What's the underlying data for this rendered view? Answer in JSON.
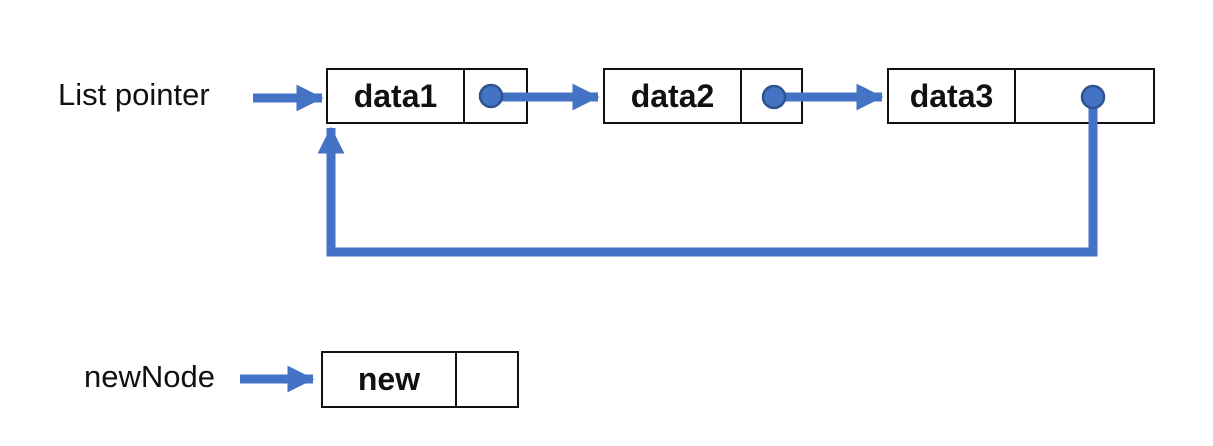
{
  "colors": {
    "accent": "#4472C4",
    "dot_stroke": "#2F528F",
    "node_border": "#111111",
    "text": "#111111",
    "bg": "#FFFFFF"
  },
  "labels": {
    "list_pointer": "List pointer",
    "new_node": "newNode"
  },
  "nodes": [
    {
      "data": "data1"
    },
    {
      "data": "data2"
    },
    {
      "data": "data3"
    }
  ],
  "new_node": {
    "data": "new"
  },
  "edges": [
    {
      "from": "List pointer",
      "to": "data1"
    },
    {
      "from": "data1",
      "to": "data2"
    },
    {
      "from": "data2",
      "to": "data3"
    },
    {
      "from": "data3",
      "to": "data1",
      "note": "loop back"
    },
    {
      "from": "newNode",
      "to": "new"
    }
  ]
}
